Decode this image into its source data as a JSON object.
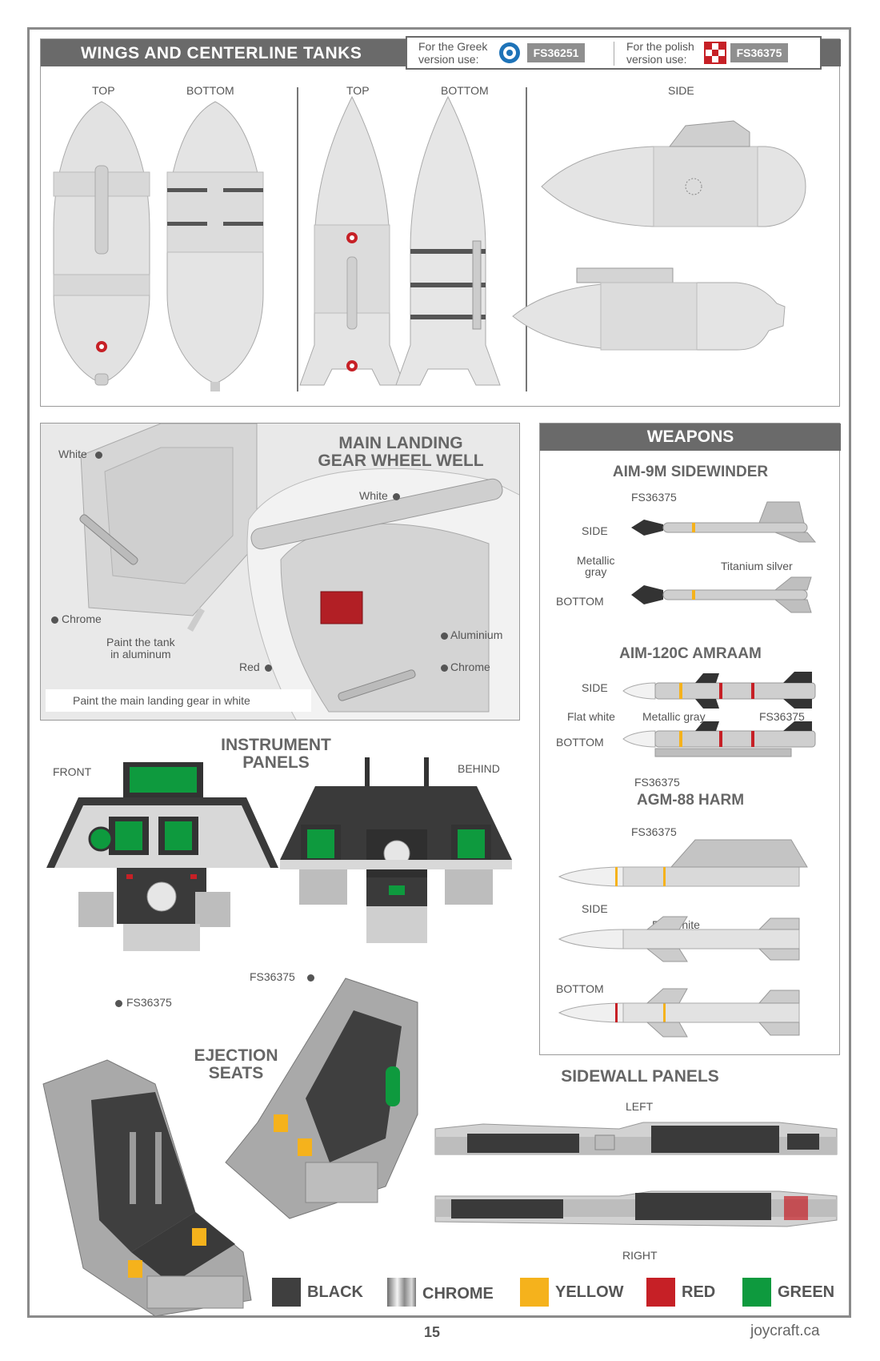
{
  "tanks": {
    "title": "WINGS AND CENTERLINE TANKS",
    "greek_note_l1": "For the Greek",
    "greek_note_l2": "version use:",
    "greek_fs": "FS36251",
    "polish_note_l1": "For the polish",
    "polish_note_l2": "version use:",
    "polish_fs": "FS36375",
    "views": [
      "TOP",
      "BOTTOM",
      "TOP",
      "BOTTOM",
      "SIDE"
    ]
  },
  "wheel_well": {
    "title_l1": "MAIN LANDING",
    "title_l2": "GEAR WHEEL WELL",
    "callouts": [
      "White",
      "White",
      "Chrome",
      "Aluminium",
      "Red",
      "Chrome"
    ],
    "tank_note_l1": "Paint the tank",
    "tank_note_l2": "in aluminum",
    "note": "Paint the main landing gear in white"
  },
  "weapons": {
    "title": "WEAPONS",
    "sidewinder": {
      "title": "AIM-9M SIDEWINDER",
      "fs": "FS36375",
      "side": "SIDE",
      "bottom": "BOTTOM",
      "metallic_l1": "Metallic",
      "metallic_l2": "gray",
      "titanium": "Titanium silver"
    },
    "amraam": {
      "title": "AIM-120C AMRAAM",
      "side": "SIDE",
      "bottom": "BOTTOM",
      "flat_white": "Flat white",
      "metallic": "Metallic gray",
      "fs_a": "FS36375",
      "fs_b": "FS36375"
    },
    "harm": {
      "title": "AGM-88 HARM",
      "fs": "FS36375",
      "side": "SIDE",
      "bottom": "BOTTOM",
      "flat_white": "Flat white"
    }
  },
  "instrument": {
    "title_l1": "INSTRUMENT",
    "title_l2": "PANELS",
    "front": "FRONT",
    "behind": "BEHIND",
    "fs_left": "FS36375",
    "fs_right": "FS36375"
  },
  "seats": {
    "title_l1": "EJECTION",
    "title_l2": "SEATS"
  },
  "sidewall": {
    "title": "SIDEWALL PANELS",
    "left": "LEFT",
    "right": "RIGHT"
  },
  "legend": [
    {
      "label": "BLACK",
      "color": "#3f3f3f"
    },
    {
      "label": "CHROME",
      "color": "chrome"
    },
    {
      "label": "YELLOW",
      "color": "#f5b21c"
    },
    {
      "label": "RED",
      "color": "#c62026"
    },
    {
      "label": "GREEN",
      "color": "#0e9a3e"
    }
  ],
  "footer": {
    "page": "15",
    "site": "joycraft.ca"
  }
}
